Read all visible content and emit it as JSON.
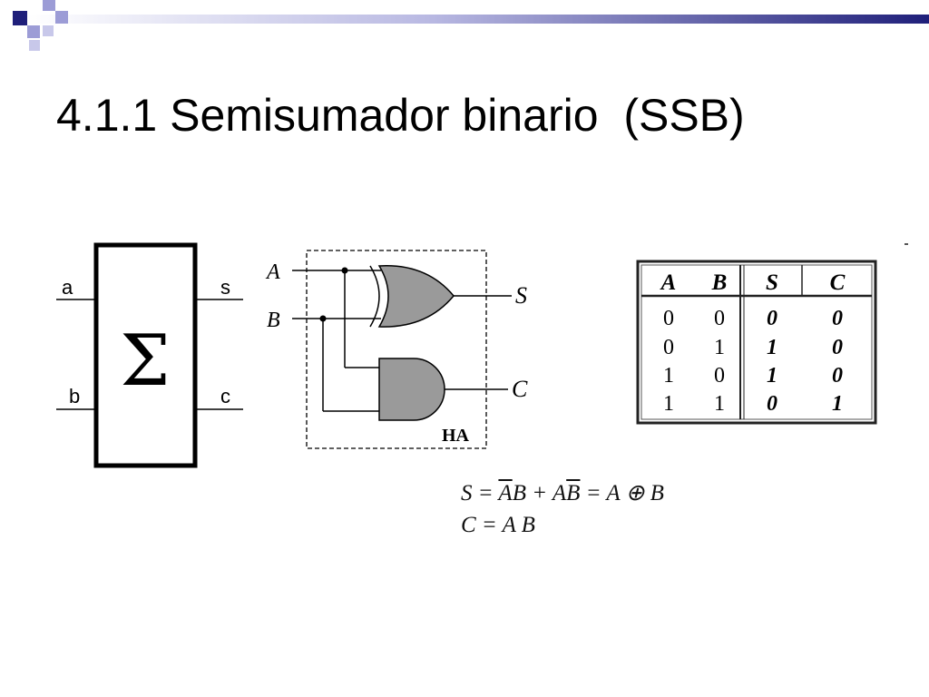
{
  "slide": {
    "title": "4.1.1 Semisumador binario  (SSB)"
  },
  "block": {
    "symbol": "Σ",
    "inputs": [
      "a",
      "b"
    ],
    "outputs": [
      "s",
      "c"
    ]
  },
  "circuit": {
    "input_a": "A",
    "input_b": "B",
    "output_s": "S",
    "output_c": "C",
    "label": "HA"
  },
  "truth_table": {
    "headers": [
      "A",
      "B",
      "S",
      "C"
    ],
    "rows": [
      [
        "0",
        "0",
        "0",
        "0"
      ],
      [
        "0",
        "1",
        "1",
        "0"
      ],
      [
        "1",
        "0",
        "1",
        "0"
      ],
      [
        "1",
        "1",
        "0",
        "1"
      ]
    ]
  },
  "equations": {
    "s_lhs": "S = ",
    "s_t1a": "A",
    "s_t1b": "B + A",
    "s_t2": "B",
    "s_rhs": " = A ⊕ B",
    "c": "C = A B"
  },
  "colors": {
    "accent_dark": "#1f1f7a",
    "accent_light": "#9c9cd6",
    "gate_fill": "#9a9a9a"
  }
}
